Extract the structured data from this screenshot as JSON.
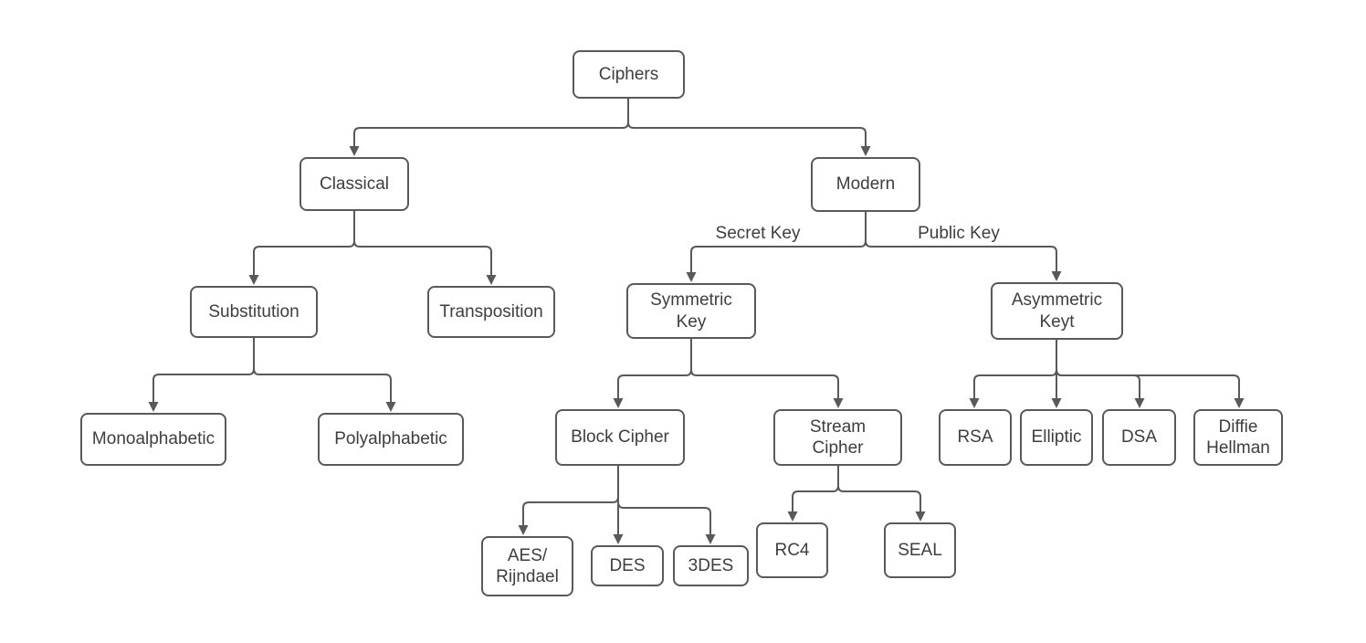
{
  "colors": {
    "border": "#595959",
    "line": "#595959",
    "arrow": "#595959",
    "text": "#3e3e3e",
    "background": "#ffffff",
    "node_fill": "#ffffff"
  },
  "nodes": {
    "ciphers": {
      "label": "Ciphers"
    },
    "classical": {
      "label": "Classical"
    },
    "modern": {
      "label": "Modern"
    },
    "substitution": {
      "label": "Substitution"
    },
    "transposition": {
      "label": "Transposition"
    },
    "symmetric_key": {
      "label": "Symmetric\nKey"
    },
    "asymmetric_key": {
      "label": "Asymmetric\nKeyt"
    },
    "monoalphabetic": {
      "label": "Monoalphabetic"
    },
    "polyalphabetic": {
      "label": "Polyalphabetic"
    },
    "block_cipher": {
      "label": "Block Cipher"
    },
    "stream_cipher": {
      "label": "Stream\nCipher"
    },
    "rsa": {
      "label": "RSA"
    },
    "elliptic": {
      "label": "Elliptic"
    },
    "dsa": {
      "label": "DSA"
    },
    "diffie_hellman": {
      "label": "Diffie\nHellman"
    },
    "aes_rijndael": {
      "label": "AES/\nRijndael"
    },
    "des": {
      "label": "DES"
    },
    "3des": {
      "label": "3DES"
    },
    "rc4": {
      "label": "RC4"
    },
    "seal": {
      "label": "SEAL"
    }
  },
  "edge_labels": {
    "secret_key": "Secret Key",
    "public_key": "Public Key"
  },
  "edges": [
    {
      "from": "Ciphers",
      "to": "Classical"
    },
    {
      "from": "Ciphers",
      "to": "Modern"
    },
    {
      "from": "Classical",
      "to": "Substitution"
    },
    {
      "from": "Classical",
      "to": "Transposition"
    },
    {
      "from": "Substitution",
      "to": "Monoalphabetic"
    },
    {
      "from": "Substitution",
      "to": "Polyalphabetic"
    },
    {
      "from": "Modern",
      "to": "Symmetric Key",
      "label": "Secret Key"
    },
    {
      "from": "Modern",
      "to": "Asymmetric Keyt",
      "label": "Public Key"
    },
    {
      "from": "Symmetric Key",
      "to": "Block Cipher"
    },
    {
      "from": "Symmetric Key",
      "to": "Stream Cipher"
    },
    {
      "from": "Asymmetric Keyt",
      "to": "RSA"
    },
    {
      "from": "Asymmetric Keyt",
      "to": "Elliptic"
    },
    {
      "from": "Asymmetric Keyt",
      "to": "DSA"
    },
    {
      "from": "Asymmetric Keyt",
      "to": "Diffie Hellman"
    },
    {
      "from": "Block Cipher",
      "to": "AES/Rijndael"
    },
    {
      "from": "Block Cipher",
      "to": "DES"
    },
    {
      "from": "Block Cipher",
      "to": "3DES"
    },
    {
      "from": "Stream Cipher",
      "to": "RC4"
    },
    {
      "from": "Stream Cipher",
      "to": "SEAL"
    }
  ]
}
